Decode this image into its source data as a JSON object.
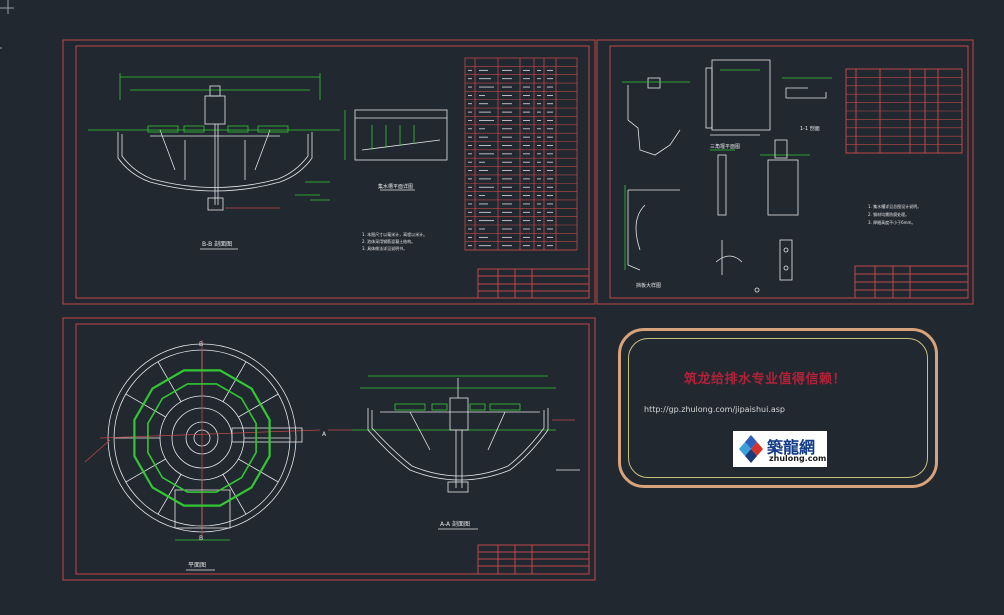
{
  "drawing": {
    "sheet1": {
      "section_title": "B-B 剖面图",
      "detail_title": "集水槽平面详图",
      "table_title": "材料表",
      "notes": [
        "1. 本图尺寸以毫米计，高程以米计。",
        "2. 池体采用钢筋混凝土结构。",
        "3. 具体做法详见说明书。"
      ]
    },
    "sheet2": {
      "detail_a": "三角堰平面图",
      "detail_b": "1-1 剖面",
      "detail_c": "挡板大样图",
      "notes": [
        "1. 集水槽详见总图设计说明。",
        "2. 钢材均需防腐处理。",
        "3. 焊缝高度不小于6mm。"
      ]
    },
    "sheet3": {
      "plan_title": "平面图",
      "section_title": "A-A 剖面图",
      "label_b": "B",
      "label_a": "A"
    }
  },
  "ad": {
    "title": "筑龙给排水专业值得信赖！",
    "url": "http://gp.zhulong.com/jipaishui.asp",
    "logo_cn": "築龍網",
    "logo_en": "zhulong.com"
  },
  "colors": {
    "background": "#212830",
    "frame": "#c04848",
    "line": "#e6e6e6",
    "green": "#32c832",
    "ad_border": "#d8a27a",
    "ad_title": "#b02238"
  }
}
